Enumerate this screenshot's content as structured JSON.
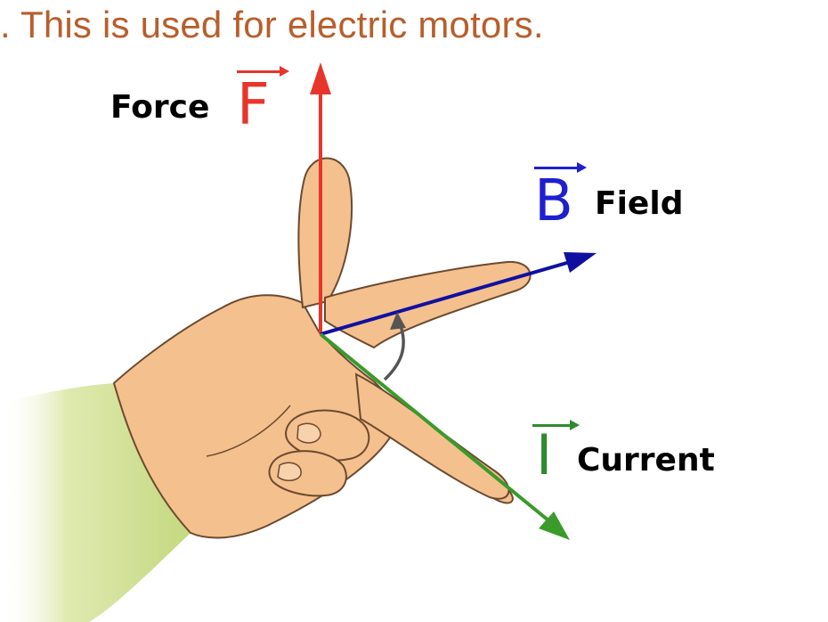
{
  "caption": ". This is used for electric motors.",
  "labels": {
    "force": "Force",
    "field": "Field",
    "current": "Current"
  },
  "symbols": {
    "force": "F",
    "field": "B",
    "current": "I"
  },
  "colors": {
    "caption": "#b85e2b",
    "force": "#e8352b",
    "field": "#1f1fd0",
    "field_line": "#1010a0",
    "current": "#2e8b2e",
    "current_line": "#3a9a2a",
    "skin": "#f4c08e",
    "skin_outline": "#6b4a2e",
    "sleeve": "#c9dc8a",
    "rotation_arrow": "#555555"
  },
  "icons": {
    "force_vector": "arrow-up-icon",
    "field_vector": "arrow-right-icon",
    "current_vector": "arrow-down-right-icon",
    "rotation": "curved-arrow-icon"
  }
}
